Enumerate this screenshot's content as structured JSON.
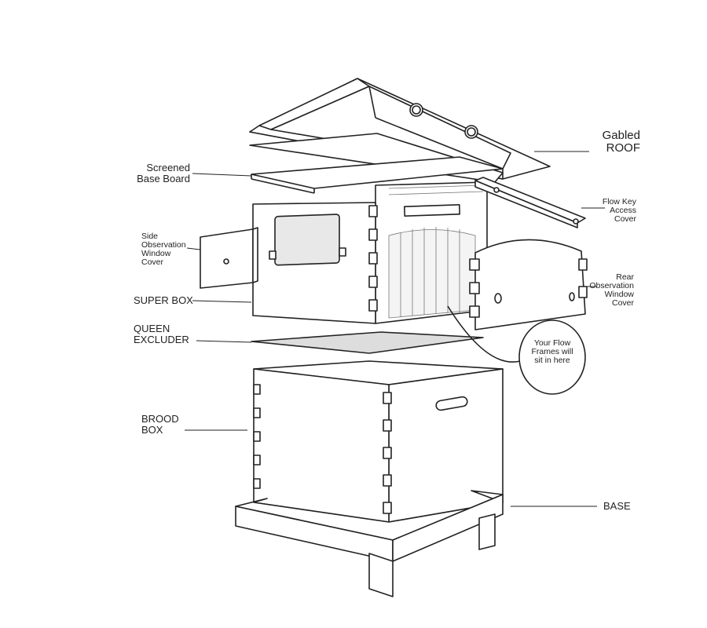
{
  "labels": {
    "gabled_roof": [
      "Gabled",
      "ROOF"
    ],
    "screened_base_board": [
      "Screened",
      "Base Board"
    ],
    "flow_key_access_cover": [
      "Flow Key",
      "Access",
      "Cover"
    ],
    "side_observation_window_cover": [
      "Side",
      "Observation",
      "Window",
      "Cover"
    ],
    "rear_observation_window_cover": [
      "Rear",
      "Observation",
      "Window",
      "Cover"
    ],
    "super_box": [
      "SUPER BOX"
    ],
    "queen_excluder": [
      "QUEEN",
      "EXCLUDER"
    ],
    "flow_frames_callout": [
      "Your Flow",
      "Frames will",
      "sit in here"
    ],
    "brood_box": [
      "BROOD",
      "BOX"
    ],
    "base": [
      "BASE"
    ]
  }
}
